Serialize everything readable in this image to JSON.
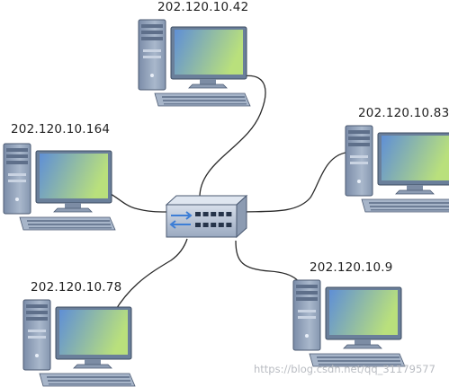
{
  "diagram": {
    "switch": {
      "name": "network-switch",
      "ports": 10
    },
    "hosts": [
      {
        "id": "top",
        "ip": "202.120.10.42"
      },
      {
        "id": "left",
        "ip": "202.120.10.164"
      },
      {
        "id": "right",
        "ip": "202.120.10.83"
      },
      {
        "id": "bottom-left",
        "ip": "202.120.10.78"
      },
      {
        "id": "bottom-right",
        "ip": "202.120.10.9"
      }
    ],
    "watermark": "https://blog.csdn.net/qq_31179577"
  },
  "colors": {
    "cable": "#2a2a2a",
    "monitor_frame": "#6a7f9a",
    "screen_gradient_start": "#5f8fd6",
    "screen_gradient_end": "#b9e07c",
    "tower": "#8fa0b8",
    "switch_body": "#aebbd0",
    "switch_accent": "#3d7ed6"
  }
}
